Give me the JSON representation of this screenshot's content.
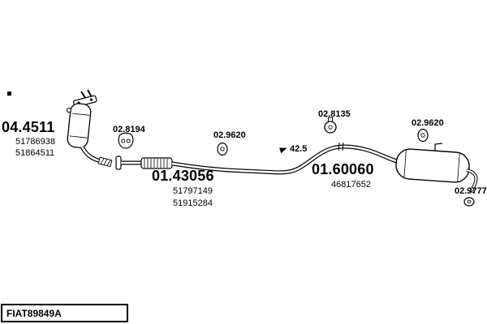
{
  "footer": {
    "drawing_number": "FIAT89849A"
  },
  "parts": {
    "catalyst": {
      "code": "04.4511",
      "refs": [
        "51786938",
        "51864511"
      ]
    },
    "clamp_front": {
      "code": "02.8194"
    },
    "mid_pipe": {
      "code": "01.43056",
      "refs": [
        "51797149",
        "51915284"
      ]
    },
    "hanger_mid": {
      "code": "02.9620"
    },
    "angle": {
      "value": "42.5"
    },
    "clamp_rear": {
      "code": "02.8135"
    },
    "rear_muffler": {
      "code": "01.60060",
      "refs": [
        "46817652"
      ]
    },
    "hanger_rear": {
      "code": "02.9620"
    },
    "tail_hanger": {
      "code": "02.9777"
    }
  },
  "icons": {
    "hanger_front": "rubber-hanger-icon",
    "hanger_mid": "rubber-hanger-icon",
    "clamp_rear": "pipe-clamp-icon",
    "hanger_rear": "rubber-hanger-icon",
    "tail_hanger": "rubber-hanger-icon",
    "angle_marker": "filled-triangle-marker"
  },
  "colors": {
    "ink": "#000000",
    "paper": "#ffffff"
  }
}
